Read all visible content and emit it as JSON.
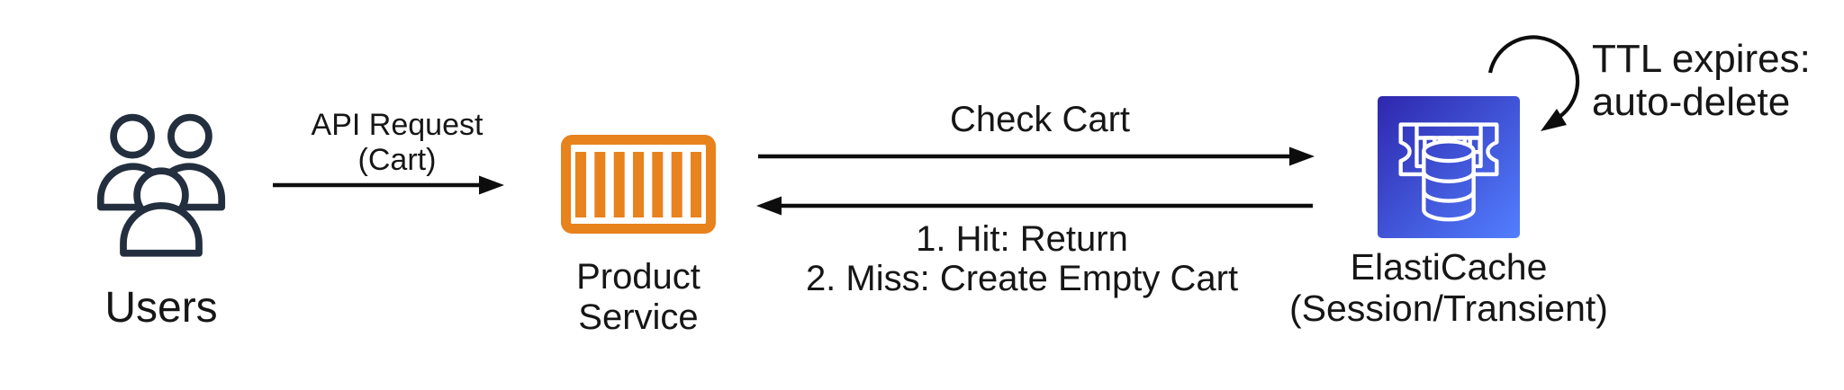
{
  "diagram": {
    "type": "architecture-flow",
    "nodes": {
      "users": {
        "label": "Users",
        "icon": "users-icon"
      },
      "product_service": {
        "label_line1": "Product",
        "label_line2": "Service",
        "icon": "container-icon"
      },
      "elasticache": {
        "label_line1": "ElastiCache",
        "label_line2": "(Session/Transient)",
        "icon": "elasticache-database-icon"
      }
    },
    "edges": {
      "api_request": {
        "line1": "API Request",
        "line2": "(Cart)",
        "from": "users",
        "to": "product_service"
      },
      "check_cart": {
        "label": "Check Cart",
        "from": "product_service",
        "to": "elasticache"
      },
      "cache_result": {
        "line1": "1. Hit: Return",
        "line2": "2. Miss: Create Empty Cart",
        "from": "elasticache",
        "to": "product_service"
      },
      "ttl_loop": {
        "line1": "TTL expires:",
        "line2": "auto-delete",
        "from": "elasticache",
        "to": "elasticache"
      }
    },
    "colors": {
      "background": "#ffffff",
      "user_icon": "#232F3E",
      "container_orange": "#E8821D",
      "elasticache_gradient_start": "#2E27AD",
      "elasticache_gradient_end": "#527FFF",
      "icon_glyph_white": "#ffffff",
      "arrow": "#0d0d0d",
      "text": "#161616"
    }
  }
}
